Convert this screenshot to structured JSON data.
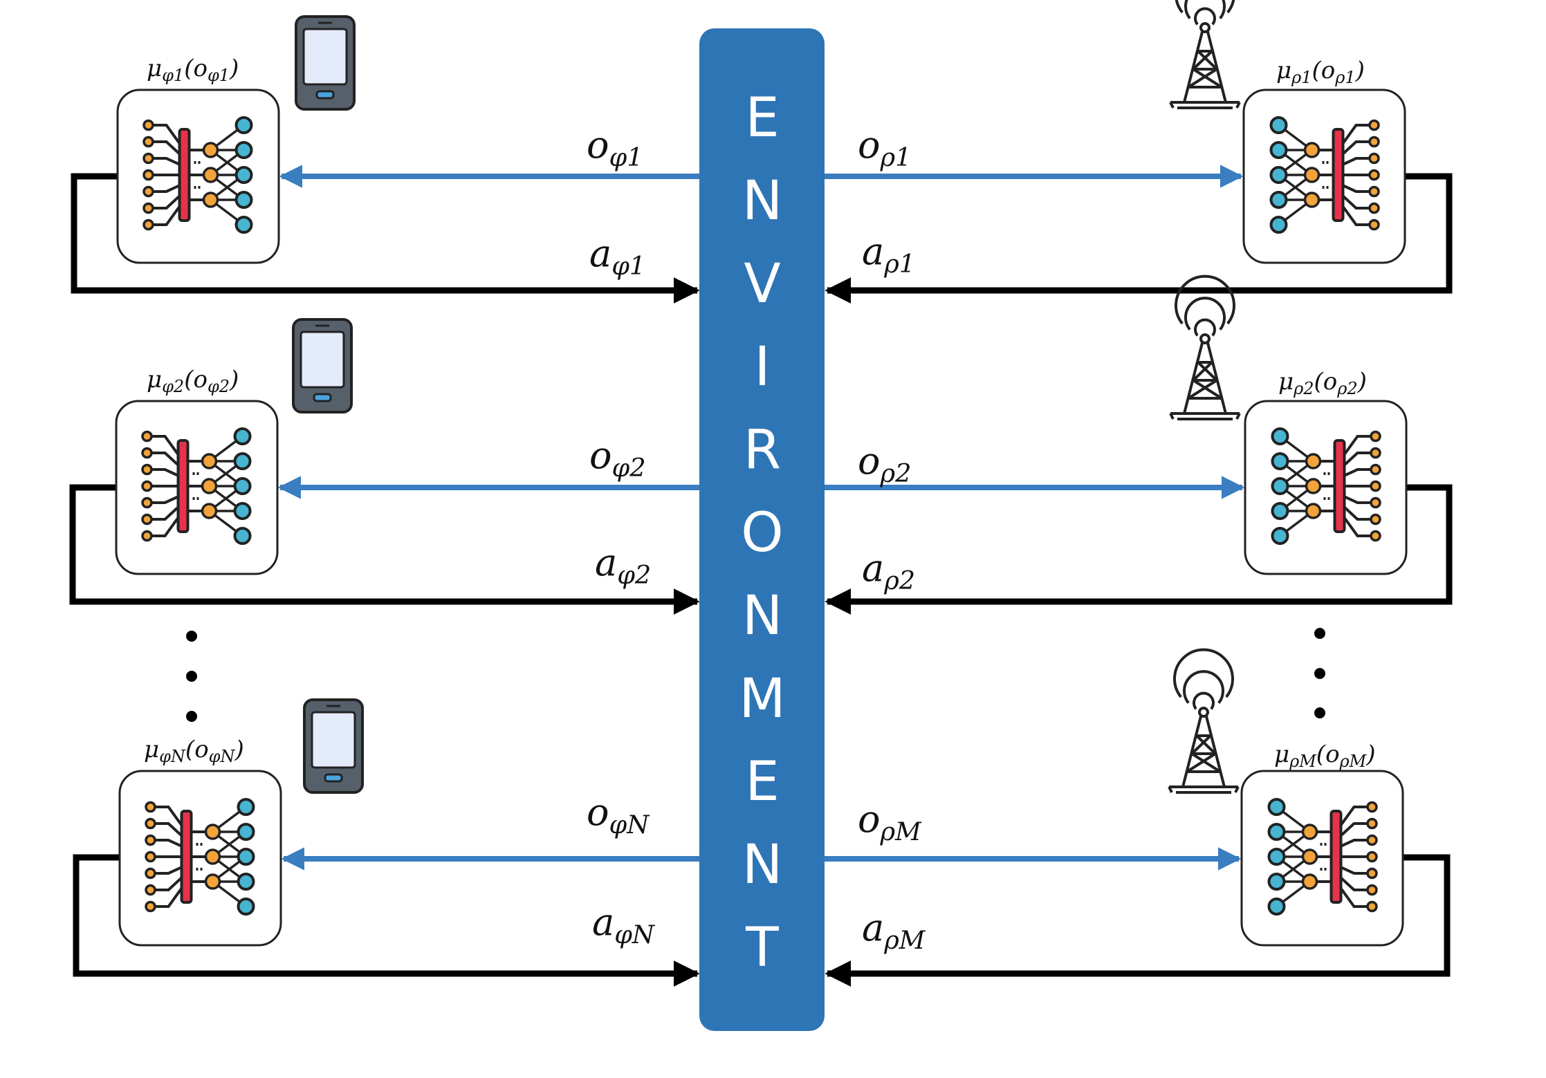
{
  "environment": {
    "label": "ENVIRONMENT",
    "letters": [
      "E",
      "N",
      "V",
      "I",
      "R",
      "O",
      "N",
      "M",
      "E",
      "N",
      "T"
    ],
    "color": "#2e75b6"
  },
  "colors": {
    "observation_arrow": "#3a7dc0",
    "action_arrow": "#000000",
    "node_cyan": "#47b5d1",
    "node_orange": "#f2a33a",
    "bar_red": "#e5334b",
    "phone_body": "#55606b",
    "phone_screen": "#e4ebfa"
  },
  "left_agents": [
    {
      "device": "phone-icon",
      "policy": {
        "main": "μ",
        "sub": "φ1",
        "arg_main": "o",
        "arg_sub": "φ1"
      },
      "obs": {
        "main": "o",
        "sub": "φ1"
      },
      "act": {
        "main": "a",
        "sub": "φ1"
      }
    },
    {
      "device": "phone-icon",
      "policy": {
        "main": "μ",
        "sub": "φ2",
        "arg_main": "o",
        "arg_sub": "φ2"
      },
      "obs": {
        "main": "o",
        "sub": "φ2"
      },
      "act": {
        "main": "a",
        "sub": "φ2"
      }
    },
    {
      "device": "phone-icon",
      "policy": {
        "main": "μ",
        "sub": "φN",
        "arg_main": "o",
        "arg_sub": "φN"
      },
      "obs": {
        "main": "o",
        "sub": "φN"
      },
      "act": {
        "main": "a",
        "sub": "φN"
      }
    }
  ],
  "right_agents": [
    {
      "device": "cell-tower-icon",
      "policy": {
        "main": "μ",
        "sub": "ρ1",
        "arg_main": "o",
        "arg_sub": "ρ1"
      },
      "obs": {
        "main": "o",
        "sub": "ρ1"
      },
      "act": {
        "main": "a",
        "sub": "ρ1"
      }
    },
    {
      "device": "cell-tower-icon",
      "policy": {
        "main": "μ",
        "sub": "ρ2",
        "arg_main": "o",
        "arg_sub": "ρ2"
      },
      "obs": {
        "main": "o",
        "sub": "ρ2"
      },
      "act": {
        "main": "a",
        "sub": "ρ2"
      }
    },
    {
      "device": "cell-tower-icon",
      "policy": {
        "main": "μ",
        "sub": "ρM",
        "arg_main": "o",
        "arg_sub": "ρM"
      },
      "obs": {
        "main": "o",
        "sub": "ρM"
      },
      "act": {
        "main": "a",
        "sub": "ρM"
      }
    }
  ]
}
